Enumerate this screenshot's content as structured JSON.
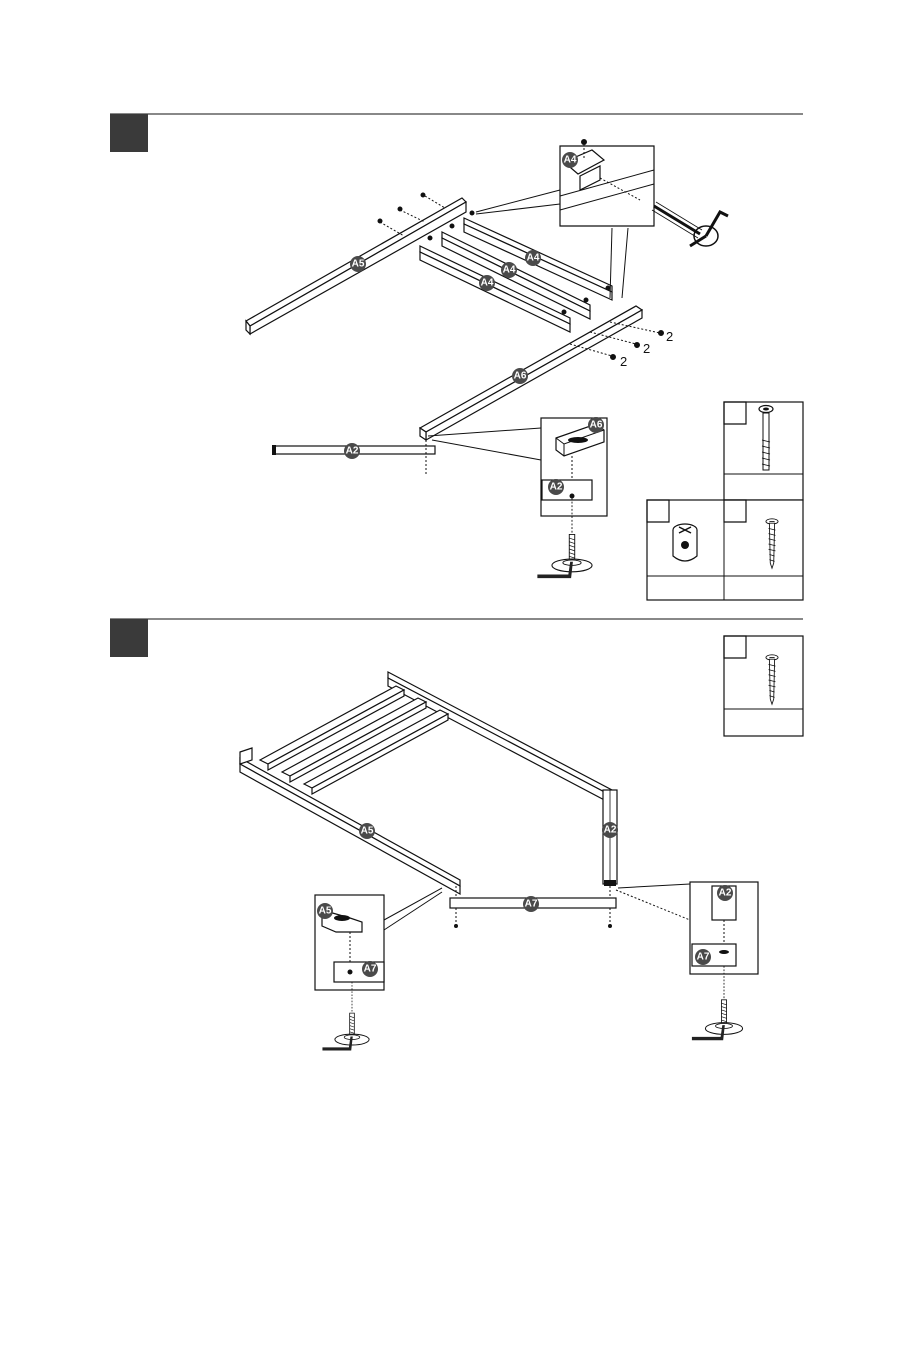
{
  "colors": {
    "line": "#111111",
    "step_box": "#3a3a3a",
    "label_bg": "#4a4a4a",
    "label_text": "#ffffff",
    "paper": "#ffffff"
  },
  "step1": {
    "parts": {
      "a4_top": "A4",
      "a4_mid": "A4",
      "a4_low": "A4",
      "a5": "A5",
      "a6": "A6",
      "a2": "A2"
    },
    "details": {
      "a4_detail": "A4",
      "a6_detail": "A6",
      "a2_detail": "A2"
    },
    "counts": [
      "2",
      "2",
      "2"
    ]
  },
  "step2": {
    "parts": {
      "a5": "A5",
      "a2": "A2",
      "a7": "A7"
    },
    "details": {
      "left_a5": "A5",
      "left_a7": "A7",
      "right_a2": "A2",
      "right_a7": "A7"
    }
  },
  "icons": [
    "bolt-icon",
    "cam-nut-icon",
    "screw-icon",
    "allen-key-icon",
    "leveling-foot-icon"
  ]
}
